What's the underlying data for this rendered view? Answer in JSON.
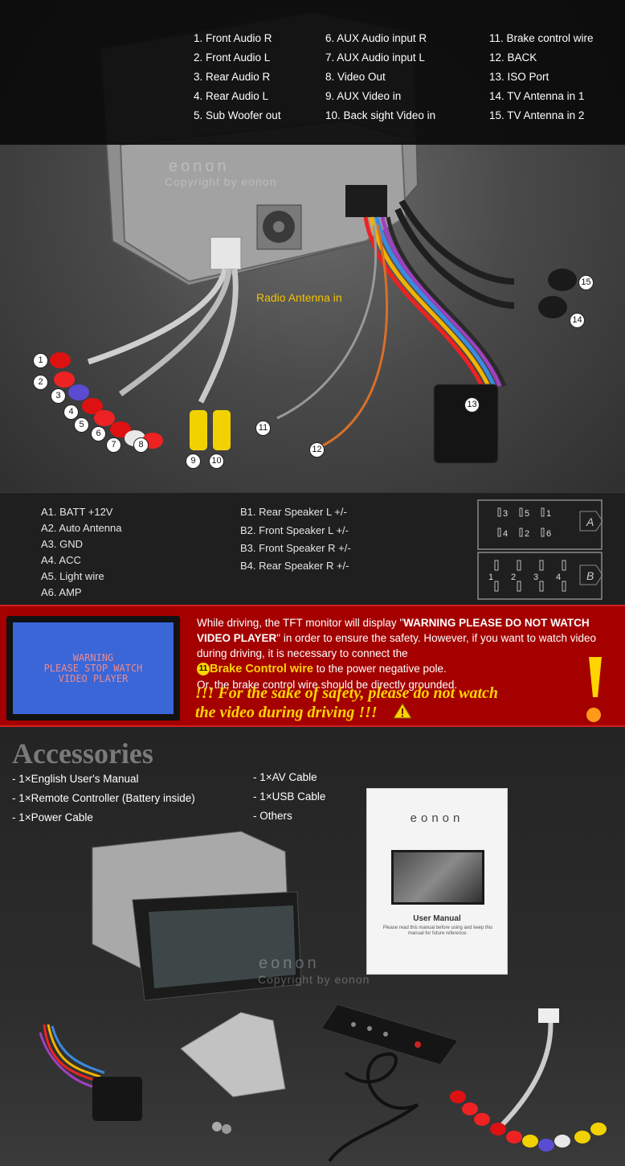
{
  "wiring": {
    "legend": [
      [
        "1. Front Audio R",
        "2. Front Audio L",
        "3. Rear Audio R",
        "4. Rear Audio L",
        "5. Sub Woofer out"
      ],
      [
        "6. AUX Audio input R",
        "7. AUX Audio input L",
        "8. Video Out",
        "9. AUX Video in",
        "10. Back sight Video in"
      ],
      [
        "11. Brake control wire",
        "12. BACK",
        "13. ISO Port",
        "14. TV Antenna in 1",
        "15. TV Antenna in 2"
      ]
    ],
    "callouts": [
      "1",
      "2",
      "3",
      "4",
      "5",
      "6",
      "7",
      "8",
      "9",
      "10",
      "11",
      "12",
      "13",
      "14",
      "15"
    ],
    "radio_antenna_label": "Radio Antenna in",
    "watermark_logo": "eonon",
    "watermark_text": "Copyright by eonon"
  },
  "pinout": {
    "a_pins": [
      "A1.  BATT +12V",
      "A2.  Auto Antenna",
      "A3.  GND",
      "A4.  ACC",
      "A5. Light wire",
      "A6. AMP"
    ],
    "b_pins": [
      "B1.  Rear Speaker L  +/-",
      "B2.  Front Speaker L +/-",
      "B3.  Front Speaker R  +/-",
      "B4.  Rear Speaker R  +/-"
    ],
    "diagram": {
      "block_a_label": "A",
      "block_b_label": "B",
      "a_top": [
        "3",
        "5",
        "1"
      ],
      "a_bottom": [
        "4",
        "2",
        "6"
      ],
      "b_numbers": [
        "1",
        "2",
        "3",
        "4"
      ]
    }
  },
  "warning": {
    "screen_lines": [
      "WARNING",
      "PLEASE STOP WATCH",
      "VIDEO PLAYER"
    ],
    "line1_pre": "While driving, the TFT monitor will display \"",
    "line1_bold": "WARNING PLEASE DO NOT WATCH VIDEO PLAYER",
    "line1_post": "\" in order to ensure the safety. However, if you want to watch video during driving, it is necessary to connect the",
    "badge": "11",
    "brake_label": "Brake Control wire",
    "line3_post": " to the power negative pole.",
    "line4": "Or, the brake control wire should be directly grounded.",
    "safety_line1": "!!! For the sake of safety, please do not watch",
    "safety_line2": "the video during driving !!!",
    "colors": {
      "band": "#a40000",
      "highlight": "#ffd400"
    }
  },
  "accessories": {
    "title": "Accessories",
    "left_items": [
      "- 1×English User's Manual",
      "- 1×Remote Controller (Battery inside)",
      "- 1×Power Cable"
    ],
    "right_items": [
      "- 1×AV Cable",
      "- 1×USB Cable",
      "- Others"
    ],
    "manual": {
      "brand": "eonon",
      "title": "User Manual",
      "note": "Please read this manual before using and keep this manual for future reference."
    },
    "watermark_logo": "eonon",
    "watermark_text": "Copyright by eonon"
  }
}
